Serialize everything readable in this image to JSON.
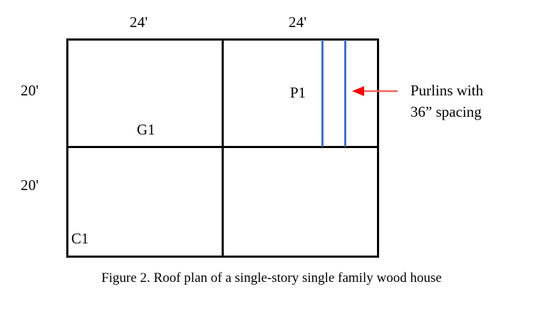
{
  "figure": {
    "caption": "Figure 2. Roof plan of a single-story single family wood house"
  },
  "plan": {
    "dimensions": {
      "top_left": "24'",
      "top_right": "24'",
      "left_upper": "20'",
      "left_lower": "20'"
    },
    "members": {
      "girder": "G1",
      "purlin": "P1",
      "column": "C1"
    },
    "bays": [
      {
        "label": "upper-left",
        "width": "24'",
        "height": "20'",
        "tag": "G1"
      },
      {
        "label": "upper-right",
        "width": "24'",
        "height": "20'",
        "tag": "P1"
      },
      {
        "label": "lower-left",
        "width": "24'",
        "height": "20'",
        "tag": "C1"
      },
      {
        "label": "lower-right",
        "width": "24'",
        "height": "20'",
        "tag": ""
      }
    ]
  },
  "annotation": {
    "line1": "Purlins with",
    "line2": "36” spacing",
    "arrow_direction": "left"
  },
  "colors": {
    "outline": "#000000",
    "purlin": "#4472C4",
    "arrow": "#FF0000",
    "arrow_shaft": "#F2635C",
    "background": "#FFFFFF"
  }
}
